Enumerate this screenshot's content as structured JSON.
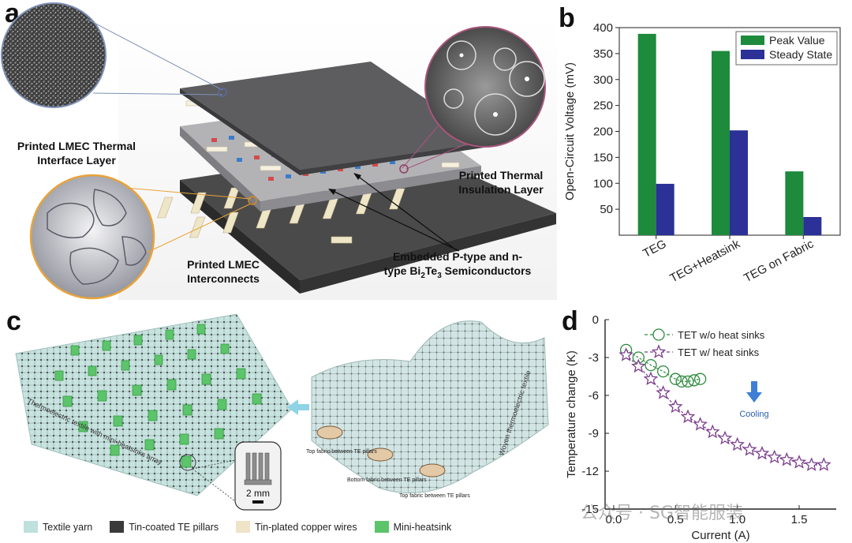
{
  "panels": {
    "a": "a",
    "b": "b",
    "c": "c",
    "d": "d"
  },
  "panel_a": {
    "labels": {
      "thermal_interface_line1": "Printed LMEC Thermal",
      "thermal_interface_line2": "Interface Layer",
      "interconnects_line1": "Printed LMEC",
      "interconnects_line2": "Interconnects",
      "insulation_line1": "Printed Thermal",
      "insulation_line2": "Insulation Layer",
      "semis_line1": "Embedded P-type and n-",
      "semis_line2_pre": "type Bi",
      "semis_sub1": "2",
      "semis_mid": "Te",
      "semis_sub2": "3",
      "semis_post": " Semiconductors"
    }
  },
  "panel_c": {
    "textile_left": "Thermoelectric textile with mini-heatsinks array",
    "textile_right": "Woven thermoelectric textile",
    "top_fabric_1": "Top fabric between TE pillars",
    "bottom_fabric": "Bottom fabric between TE pillars",
    "top_fabric_2": "Top fabric between TE pillars",
    "scale": "2 mm",
    "legend": [
      {
        "label": "Textile yarn",
        "color": "#bfe0dd"
      },
      {
        "label": "Tin-coated TE pillars",
        "color": "#3a3a3a"
      },
      {
        "label": "Tin-plated copper wires",
        "color": "#efe3c8"
      },
      {
        "label": "Mini-heatsink",
        "color": "#5cc46a"
      }
    ]
  },
  "watermark": "公众号 · SG智能服装",
  "chart_data": [
    {
      "type": "bar",
      "categories": [
        "TEG",
        "TEG+Heatsink",
        "TEG on Fabric"
      ],
      "series": [
        {
          "name": "Peak Value",
          "values": [
            388,
            355,
            123
          ],
          "color": "#1e8a3c"
        },
        {
          "name": "Steady State",
          "values": [
            99,
            202,
            35
          ],
          "color": "#2b3196"
        }
      ],
      "ylabel": "Open-Circuit Voltage (mV)",
      "xlabel": "",
      "ylim": [
        0,
        400
      ],
      "yticks": [
        50,
        100,
        150,
        200,
        250,
        300,
        350,
        400
      ],
      "legend": "top-right",
      "grid": false
    },
    {
      "type": "scatter",
      "xlabel": "Current (A)",
      "ylabel": "Temperature change (K)",
      "xlim": [
        -0.07,
        1.8
      ],
      "ylim": [
        -15,
        0
      ],
      "xticks": [
        {
          "v": 0.0,
          "label": "0.0"
        },
        {
          "v": 0.5,
          "label": "0.5"
        },
        {
          "v": 1.0,
          "label": "1.0"
        },
        {
          "v": 1.5,
          "label": "1.5"
        }
      ],
      "yticks": [
        {
          "v": 0,
          "label": "0"
        },
        {
          "v": -3,
          "label": "-3"
        },
        {
          "v": -6,
          "label": "-6"
        },
        {
          "v": -9,
          "label": "-9"
        },
        {
          "v": -12,
          "label": "-12"
        },
        {
          "v": -15,
          "label": "-15"
        }
      ],
      "annotation": "Cooling",
      "legend": "top-left",
      "grid": false,
      "series": [
        {
          "name": "TET w/o heat sinks",
          "marker": "circle",
          "color": "#2a8a3a",
          "x": [
            0.1,
            0.2,
            0.3,
            0.4,
            0.5,
            0.55,
            0.6,
            0.65,
            0.7
          ],
          "y": [
            -2.4,
            -3.0,
            -3.6,
            -4.1,
            -4.7,
            -4.9,
            -4.9,
            -4.8,
            -4.7
          ]
        },
        {
          "name": "TET w/ heat sinks",
          "marker": "star",
          "color": "#7a3d8c",
          "x": [
            0.1,
            0.2,
            0.3,
            0.4,
            0.5,
            0.6,
            0.7,
            0.8,
            0.9,
            1.0,
            1.1,
            1.2,
            1.3,
            1.4,
            1.5,
            1.6,
            1.7
          ],
          "y": [
            -2.8,
            -3.7,
            -4.7,
            -5.8,
            -6.9,
            -7.7,
            -8.3,
            -8.9,
            -9.4,
            -9.9,
            -10.3,
            -10.6,
            -10.9,
            -11.1,
            -11.3,
            -11.5,
            -11.5
          ]
        }
      ]
    }
  ]
}
